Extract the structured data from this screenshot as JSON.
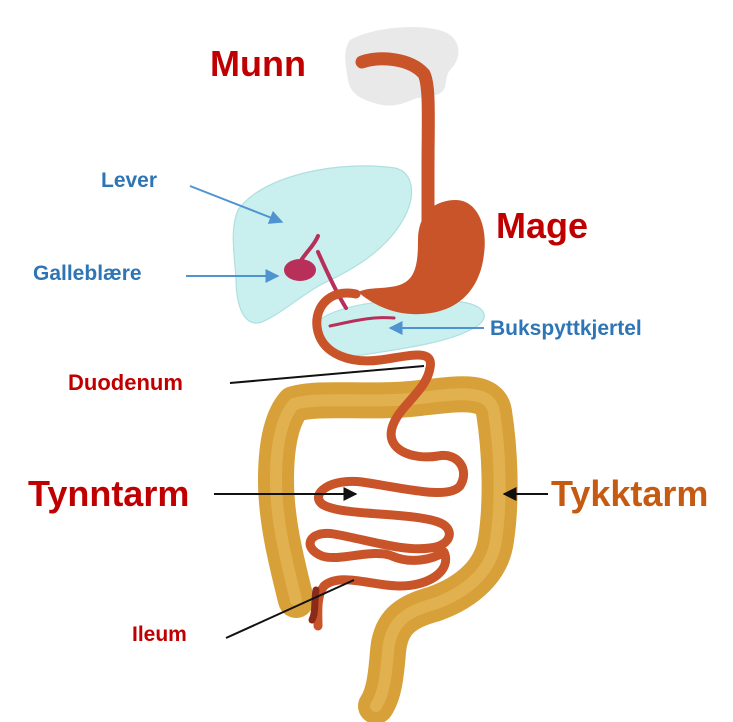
{
  "colors": {
    "label_red": "#c00000",
    "label_blue": "#2e75b6",
    "label_orange": "#c55a11",
    "arrow_blue": "#4f93d1",
    "arrow_black": "#111111",
    "organ_red": "#c9542a",
    "colon_gold": "#d8a038",
    "liver_cyan": "#c4eeee",
    "gallbladder": "#b8305a"
  },
  "labels": {
    "munn": "Munn",
    "mage": "Mage",
    "lever": "Lever",
    "galleblaere": "Galleblære",
    "bukspyttkjertel": "Bukspyttkjertel",
    "duodenum": "Duodenum",
    "tynntarm": "Tynntarm",
    "tykktarm": "Tykktarm",
    "ileum": "Ileum"
  }
}
